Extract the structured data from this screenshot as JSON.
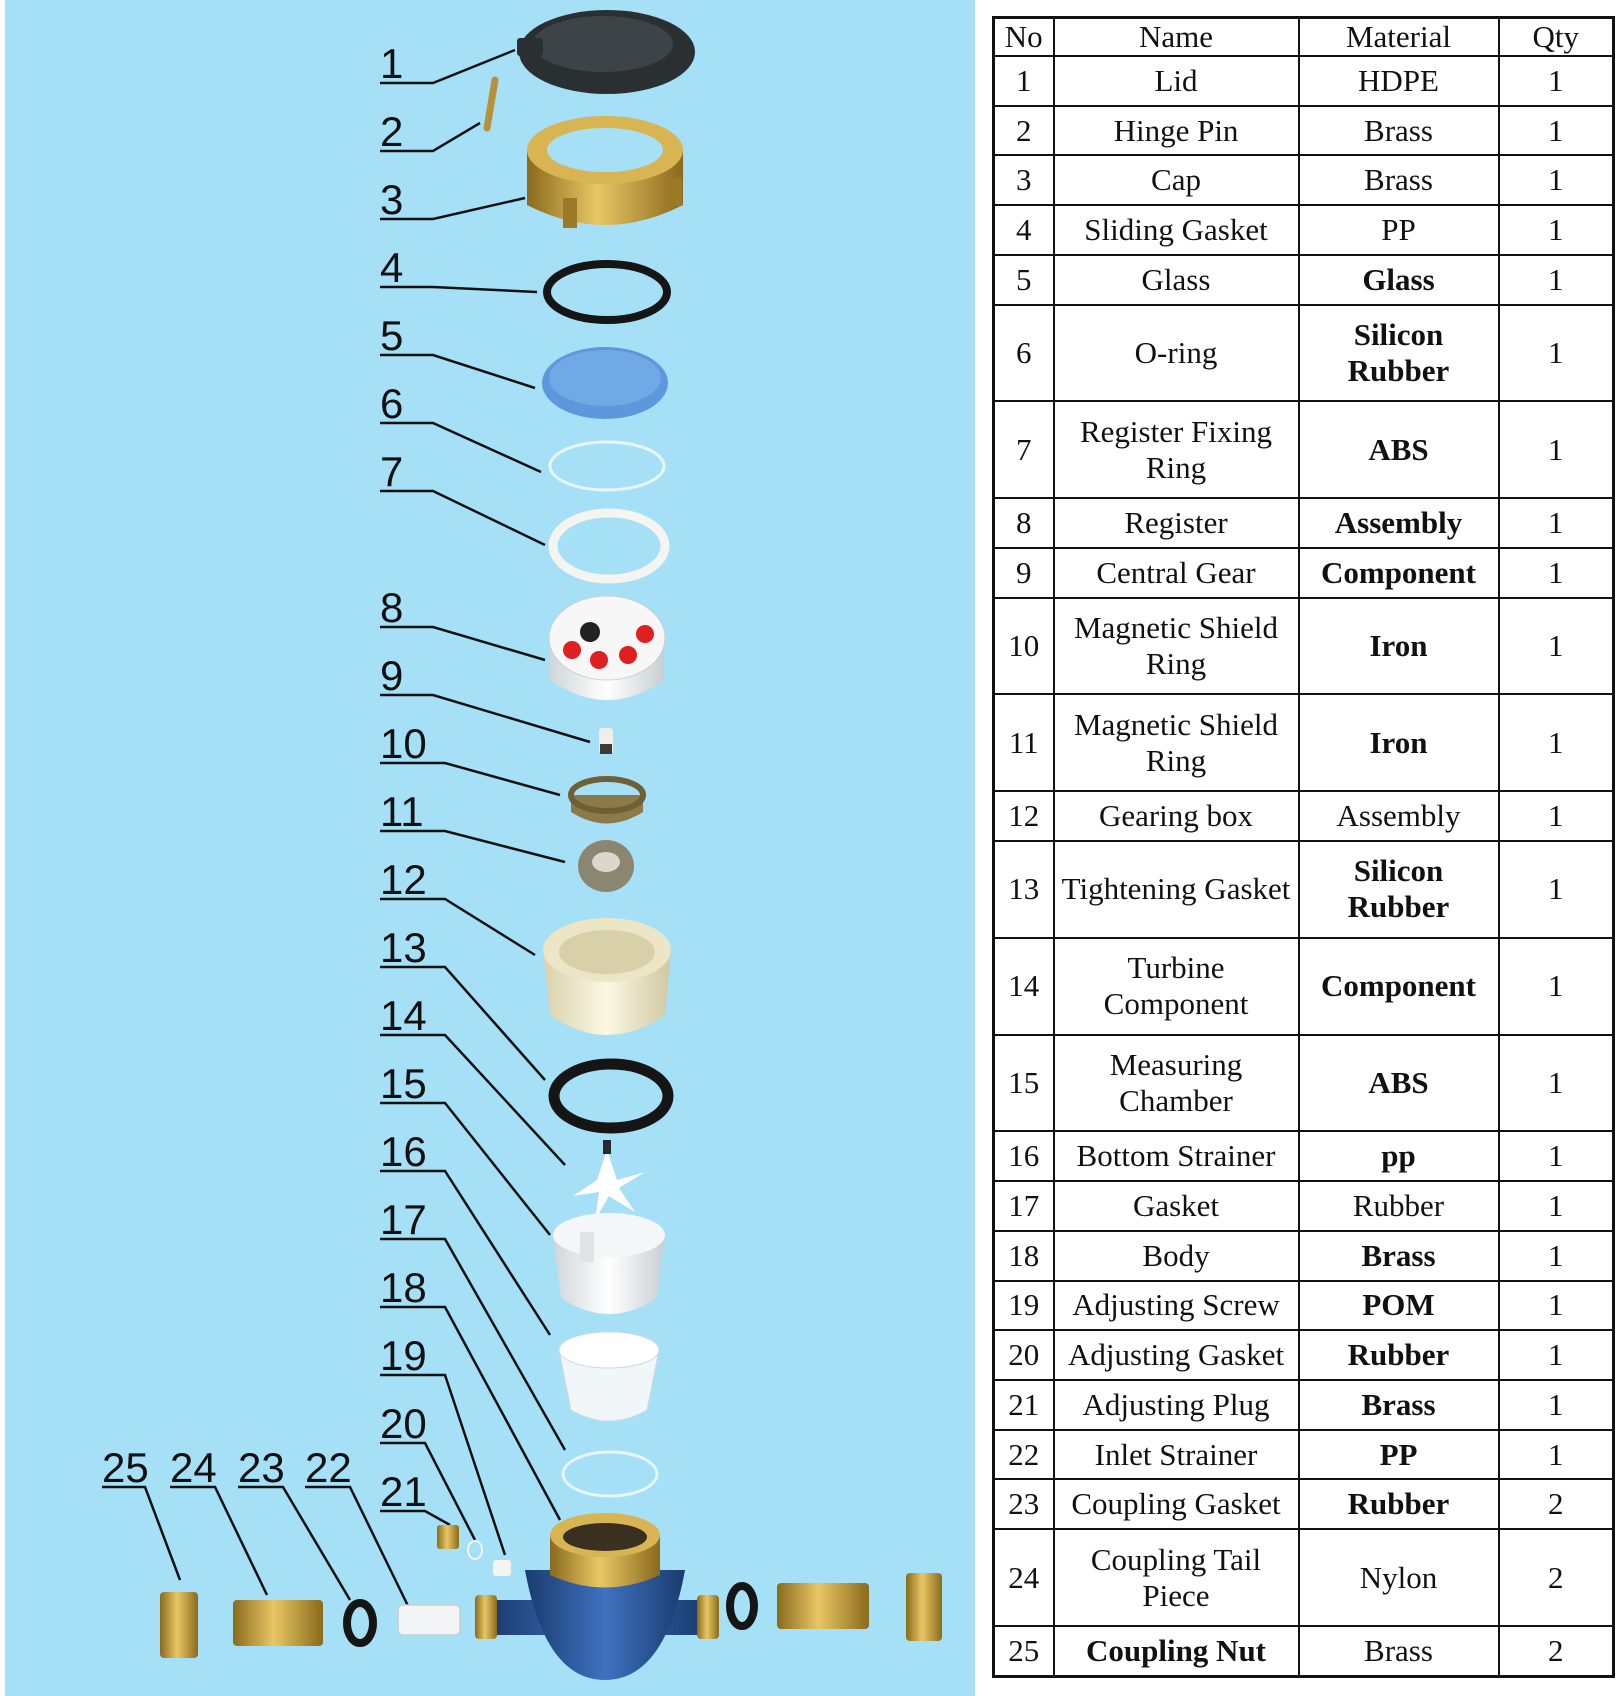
{
  "table": {
    "headers": [
      "No",
      "Name",
      "Material",
      "Qty"
    ],
    "rows": [
      {
        "no": "1",
        "name": "Lid",
        "material": "HDPE",
        "qty": "1"
      },
      {
        "no": "2",
        "name": "Hinge Pin",
        "material": "Brass",
        "qty": "1"
      },
      {
        "no": "3",
        "name": "Cap",
        "material": "Brass",
        "qty": "1"
      },
      {
        "no": "4",
        "name": "Sliding Gasket",
        "material": "PP",
        "qty": "1"
      },
      {
        "no": "5",
        "name": "Glass",
        "material": "Glass",
        "qty": "1"
      },
      {
        "no": "6",
        "name": "O-ring",
        "material": "Silicon Rubber",
        "qty": "1"
      },
      {
        "no": "7",
        "name": "Register Fixing Ring",
        "material": "ABS",
        "qty": "1"
      },
      {
        "no": "8",
        "name": "Register",
        "material": "Assembly",
        "qty": "1"
      },
      {
        "no": "9",
        "name": "Central Gear",
        "material": "Component",
        "qty": "1"
      },
      {
        "no": "10",
        "name": "Magnetic Shield Ring",
        "material": "Iron",
        "qty": "1"
      },
      {
        "no": "11",
        "name": "Magnetic Shield Ring",
        "material": "Iron",
        "qty": "1"
      },
      {
        "no": "12",
        "name": "Gearing box",
        "material": "Assembly",
        "qty": "1"
      },
      {
        "no": "13",
        "name": "Tightening Gasket",
        "material": "Silicon Rubber",
        "qty": "1"
      },
      {
        "no": "14",
        "name": "Turbine Component",
        "material": "Component",
        "qty": "1"
      },
      {
        "no": "15",
        "name": "Measuring Chamber",
        "material": "ABS",
        "qty": "1"
      },
      {
        "no": "16",
        "name": "Bottom Strainer",
        "material": "pp",
        "qty": "1"
      },
      {
        "no": "17",
        "name": "Gasket",
        "material": "Rubber",
        "qty": "1"
      },
      {
        "no": "18",
        "name": "Body",
        "material": "Brass",
        "qty": "1"
      },
      {
        "no": "19",
        "name": "Adjusting Screw",
        "material": "POM",
        "qty": "1"
      },
      {
        "no": "20",
        "name": "Adjusting Gasket",
        "material": "Rubber",
        "qty": "1"
      },
      {
        "no": "21",
        "name": "Adjusting Plug",
        "material": "Brass",
        "qty": "1"
      },
      {
        "no": "22",
        "name": "Inlet Strainer",
        "material": "PP",
        "qty": "1"
      },
      {
        "no": "23",
        "name": "Coupling Gasket",
        "material": "Rubber",
        "qty": "2"
      },
      {
        "no": "24",
        "name": "Coupling Tail Piece",
        "material": "Nylon",
        "qty": "2"
      },
      {
        "no": "25",
        "name": "Coupling Nut",
        "material": "Brass",
        "qty": "2"
      }
    ]
  },
  "callouts": [
    "1",
    "2",
    "3",
    "4",
    "5",
    "6",
    "7",
    "8",
    "9",
    "10",
    "11",
    "12",
    "13",
    "14",
    "15",
    "16",
    "17",
    "18",
    "19",
    "20",
    "21",
    "22",
    "23",
    "24",
    "25"
  ],
  "colors": {
    "background": "#a5e0f7",
    "brass": "#c9a13a",
    "body_blue": "#2c5aa0",
    "rubber": "#111111"
  }
}
